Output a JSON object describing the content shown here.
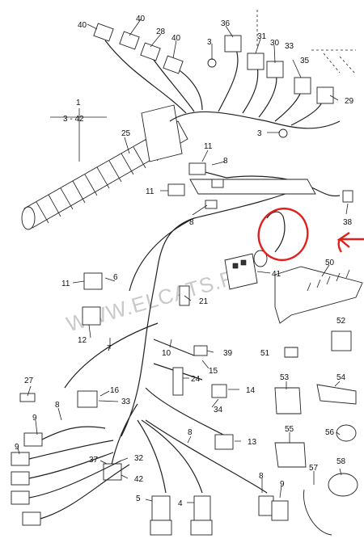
{
  "watermark": "WWW.ELCATS.RU",
  "callouts": {
    "group_label": "1",
    "group_range": "3 - 42",
    "c40a": "40",
    "c40b": "40",
    "c28": "28",
    "c40c": "40",
    "c36": "36",
    "c3a": "3",
    "c31": "31",
    "c30": "30",
    "c33top": "33",
    "c35": "35",
    "c29": "29",
    "c25": "25",
    "c3b": "3",
    "c11a": "11",
    "c8a": "8",
    "c11b": "11",
    "c8b": "8",
    "c38": "38",
    "c50": "50",
    "c41": "41",
    "c11c": "11",
    "c6": "6",
    "c21": "21",
    "c12": "12",
    "c7": "7",
    "c10": "10",
    "c39": "39",
    "c24": "24",
    "c15": "15",
    "c52": "52",
    "c51": "51",
    "c27": "27",
    "c16": "16",
    "c33": "33",
    "c14": "14",
    "c34": "34",
    "c53": "53",
    "c54": "54",
    "c8c": "8",
    "c9a": "9",
    "c9b": "9",
    "c13": "13",
    "c8d": "8",
    "c55": "55",
    "c56": "56",
    "c37": "37",
    "c32": "32",
    "c42": "42",
    "c57": "57",
    "c58": "58",
    "c5": "5",
    "c4": "4",
    "c8e": "8",
    "c9c": "9"
  },
  "colors": {
    "highlight": "#e0201c",
    "ink": "#222222",
    "watermark": "#c9c9c9"
  }
}
